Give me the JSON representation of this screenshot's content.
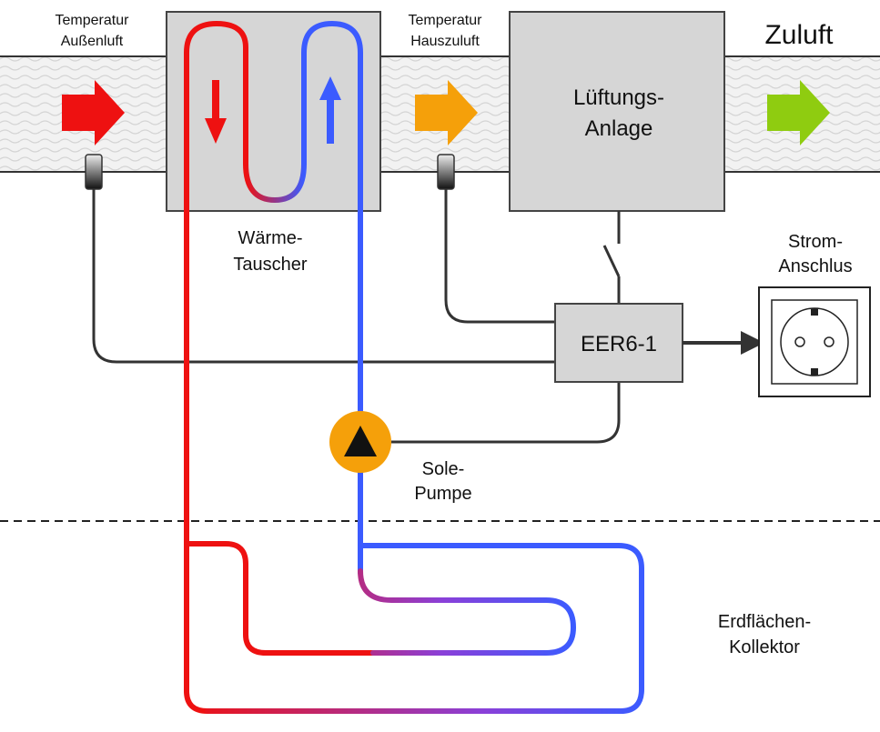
{
  "labels": {
    "sensor_outside_line1": "Temperatur",
    "sensor_outside_line2": "Außenluft",
    "sensor_supply_line1": "Temperatur",
    "sensor_supply_line2": "Hauszuluft",
    "supply_air": "Zuluft",
    "ventilation_line1": "Lüftungs-",
    "ventilation_line2": "Anlage",
    "heat_exchanger_line1": "Wärme-",
    "heat_exchanger_line2": "Tauscher",
    "power_line1": "Strom-",
    "power_line2": "Anschlus",
    "controller": "EER6-1",
    "pump_line1": "Sole-",
    "pump_line2": "Pumpe",
    "collector_line1": "Erdflächen-",
    "collector_line2": "Kollektor"
  },
  "colors": {
    "warm": "#ee1111",
    "cold": "#3b5bff",
    "outside_arrow": "#ee1111",
    "supply_arrow": "#f5a00a",
    "zuluft_arrow": "#8fcc10",
    "pump": "#f5a00a",
    "box_fill": "#d6d6d6"
  }
}
